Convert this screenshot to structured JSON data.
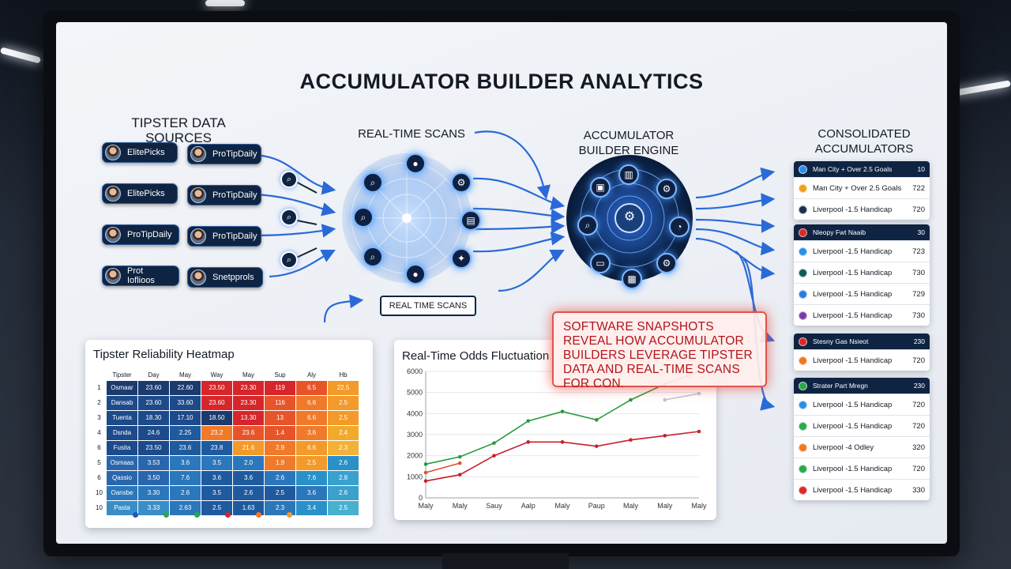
{
  "page_title": "ACCUMULATOR BUILDER ANALYTICS",
  "sources": {
    "title": "TIPSTER DATA SOURCES",
    "rows": [
      [
        "ElitePicks",
        "ProTipDaily"
      ],
      [
        "ElitePicks",
        "ProTipDaily"
      ],
      [
        "ProTipDaily",
        "ProTipDaily"
      ],
      [
        "Prot Ioflioos",
        "Snetpprols"
      ]
    ]
  },
  "scans": {
    "title": "REAL-TIME SCANS",
    "button_label": "REAL TIME SCANS"
  },
  "engine": {
    "title_line1": "ACCUMULATOR",
    "title_line2": "BUILDER ENGINE"
  },
  "consolidated": {
    "title_line1": "CONSOLIDATED",
    "title_line2": "ACCUMULATORS",
    "groups": [
      {
        "header": "Man City + Over 2.5 Goals",
        "header_value": "10",
        "rows": [
          {
            "label": "Man City + Over 2.5 Goals",
            "value": "722",
            "color": "#f0a020"
          },
          {
            "label": "Liverpool -1.5 Handicap",
            "value": "720",
            "color": "#1f2f4a"
          }
        ]
      },
      {
        "header": "Nleopy Fwt Naaib",
        "header_value": "30",
        "rows": [
          {
            "label": "Liverpool -1.5 Handicap",
            "value": "723",
            "color": "#2d8ee8"
          },
          {
            "label": "Liverpool -1.5 Handicap",
            "value": "730",
            "color": "#0f5a5a"
          },
          {
            "label": "Liverpool -1.5 Handicap",
            "value": "729",
            "color": "#2d7ae0"
          },
          {
            "label": "Liverpool -1.5 Handicap",
            "value": "730",
            "color": "#7a3aa8"
          }
        ]
      },
      {
        "header": "Stesny Gas Nsieot",
        "header_value": "230",
        "rows": [
          {
            "label": "Liverpool -1.5 Handicap",
            "value": "720",
            "color": "#f07820"
          }
        ]
      },
      {
        "header": "Strater Part Mregn",
        "header_value": "230",
        "rows": [
          {
            "label": "Liverpool -1.5 Handicap",
            "value": "720",
            "color": "#2d8ee8"
          },
          {
            "label": "Liverpool -1.5 Handicap",
            "value": "720",
            "color": "#2aa84a"
          },
          {
            "label": "Liverpool -4 Odley",
            "value": "320",
            "color": "#f07820"
          },
          {
            "label": "Liverpool -1.5 Handicap",
            "value": "720",
            "color": "#2aa84a"
          },
          {
            "label": "Liverpool -1.5 Handicap",
            "value": "330",
            "color": "#d82a2a"
          }
        ]
      }
    ]
  },
  "callout": {
    "text": "SOFTWARE SNAPSHOTS REVEAL HOW ACCUMULATOR BUILDERS LEVERAGE TIPSTER DATA AND REAL-TIME SCANS FOR CON."
  },
  "heatmap": {
    "title": "Tipster Reliability Heatmap",
    "columns": [
      "Tipster",
      "Day",
      "May",
      "Way",
      "May",
      "Sup",
      "Aly",
      "Hb"
    ],
    "rows": [
      {
        "rank": "1",
        "cells": [
          "Osmaar",
          "23.60",
          "22.60",
          "23.50",
          "23.30",
          "119",
          "6.5",
          "22.5"
        ]
      },
      {
        "rank": "2",
        "cells": [
          "Dansab",
          "23.60",
          "33.60",
          "23.60",
          "23.30",
          "116",
          "6.6",
          "2.5"
        ]
      },
      {
        "rank": "3",
        "cells": [
          "Tuenta",
          "18.30",
          "17.10",
          "18.50",
          "13.30",
          "13",
          "6.6",
          "2.5"
        ]
      },
      {
        "rank": "4",
        "cells": [
          "Dsnda",
          "24.6",
          "2.25",
          "23.2",
          "23.6",
          "1.4",
          "3.6",
          "2.4"
        ]
      },
      {
        "rank": "6",
        "cells": [
          "Fusita",
          "23.50",
          "23.6",
          "23.8",
          "21.6",
          "2.9",
          "6.6",
          "2.3"
        ]
      },
      {
        "rank": "5",
        "cells": [
          "Osmaas",
          "3.53",
          "3.6",
          "3.5",
          "2.0",
          "1.9",
          "2.5",
          "2.6"
        ]
      },
      {
        "rank": "6",
        "cells": [
          "Qassio",
          "3.50",
          "7.6",
          "3.6",
          "3.6",
          "2.6",
          "7.6",
          "2.8"
        ]
      },
      {
        "rank": "10",
        "cells": [
          "Oansbe",
          "3.30",
          "2.6",
          "3.5",
          "2.6",
          "2.5",
          "3.6",
          "2.6"
        ]
      },
      {
        "rank": "10",
        "cells": [
          "Pasta",
          "3.33",
          "2.63",
          "2.5",
          "1.63",
          "2.3",
          "3.4",
          "2.5"
        ]
      }
    ],
    "colors": [
      [
        "#1b3a6e",
        "#1b3a6e",
        "#d6262b",
        "#d6262b",
        "#d6262b",
        "#e8542a",
        "#f29a2a"
      ],
      [
        "#1d4a8a",
        "#1d4a8a",
        "#d6262b",
        "#d6262b",
        "#e8542a",
        "#f07a2a",
        "#f29a2a"
      ],
      [
        "#1d4a8a",
        "#1d4a8a",
        "#1b3a6e",
        "#d6262b",
        "#e8542a",
        "#f07a2a",
        "#f29a2a"
      ],
      [
        "#1d4a8a",
        "#1f5a9e",
        "#f07a2a",
        "#e8542a",
        "#e8542a",
        "#f07a2a",
        "#f2aa2a"
      ],
      [
        "#1d4a8a",
        "#1f5a9e",
        "#1f5a9e",
        "#f29a2a",
        "#f07a2a",
        "#f29a2a",
        "#f2b23a"
      ],
      [
        "#2a66ac",
        "#2a77bc",
        "#2a77bc",
        "#2a77bc",
        "#f07a2a",
        "#f29a2a",
        "#2a90c8"
      ],
      [
        "#2a66ac",
        "#2a77bc",
        "#1f5a9e",
        "#1f5a9e",
        "#2a77bc",
        "#2a90c8",
        "#3aa0cc"
      ],
      [
        "#2a77bc",
        "#2a77bc",
        "#1f5a9e",
        "#1f5a9e",
        "#1f5a9e",
        "#2a77bc",
        "#3aa0cc"
      ],
      [
        "#3a8ec6",
        "#2a77bc",
        "#1f5a9e",
        "#1f5a9e",
        "#2a77bc",
        "#2a90c8",
        "#4ab0d0"
      ]
    ],
    "legend_colors": [
      "#1f5ab8",
      "#2aa84a",
      "#2aa84a",
      "#d6262b",
      "#f07a2a",
      "#f29a2a"
    ]
  },
  "chart_data": {
    "type": "line",
    "title": "Real-Time Odds Fluctuation",
    "categories": [
      "Maly",
      "Maly",
      "Sauy",
      "Aalp",
      "Maly",
      "Paup",
      "Maly",
      "Maly",
      "Maly"
    ],
    "y_ticks": [
      "0",
      "1000",
      "2000",
      "3000",
      "4000",
      "5000",
      "6000"
    ],
    "y_tick_values": [
      0,
      1000,
      2000,
      3000,
      4000,
      5000,
      6000
    ],
    "ylim": [
      0,
      6000
    ],
    "series": [
      {
        "color": "#2a9a3a",
        "values": [
          1600,
          1950,
          2600,
          3650,
          4100,
          3700,
          4650,
          5400,
          6000
        ]
      },
      {
        "color": "#e0502a",
        "values": [
          1200,
          1650,
          null,
          null,
          null,
          null,
          null,
          null,
          null
        ]
      },
      {
        "color": "#c8202a",
        "values": [
          800,
          1100,
          2000,
          2650,
          2650,
          2450,
          2750,
          2950,
          3150
        ]
      },
      {
        "color": "#c0c4cc",
        "values": [
          null,
          null,
          null,
          null,
          null,
          null,
          null,
          4650,
          4950
        ]
      }
    ]
  }
}
